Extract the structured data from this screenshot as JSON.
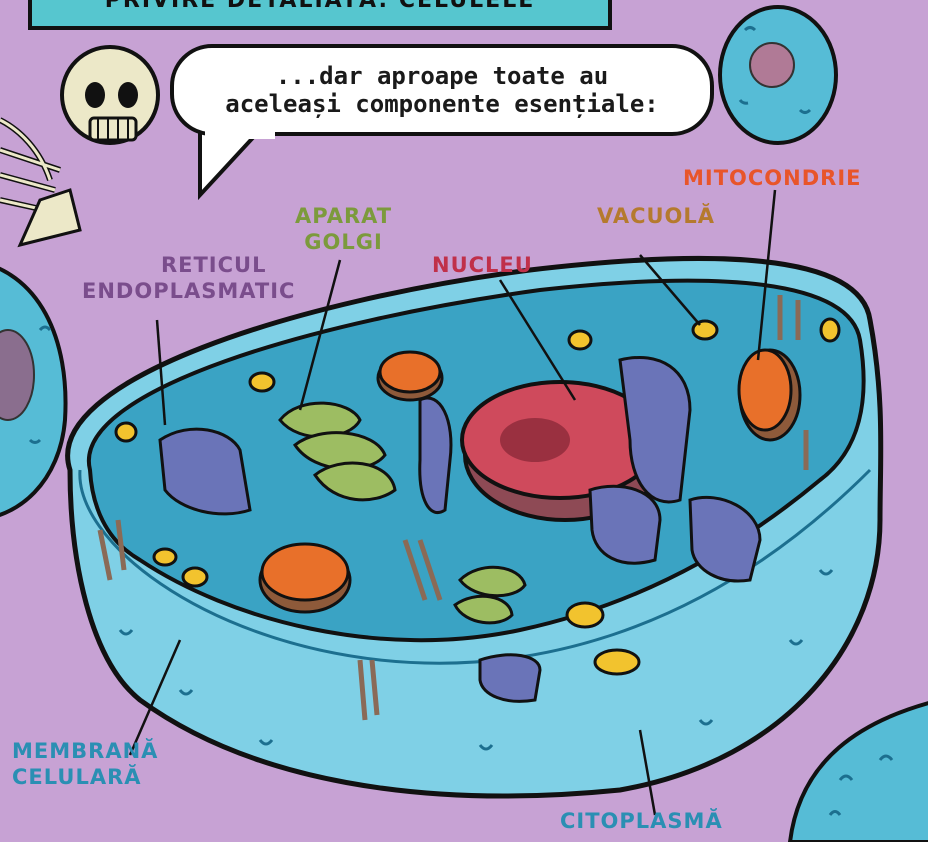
{
  "caption": "PRIVIRE DETALIATĂ: CELULELE",
  "speech_bubble": {
    "line1": "...dar aproape toate au",
    "line2": "aceleași componente esențiale:"
  },
  "labels": {
    "reticul_endoplasmatic": {
      "line1": "RETICUL",
      "line2": "ENDOPLASMATIC",
      "color": "#7a4d8c"
    },
    "aparat_golgi": {
      "line1": "APARAT",
      "line2": "GOLGI",
      "color": "#7c9a3c"
    },
    "nucleu": {
      "text": "NUCLEU",
      "color": "#c0304a"
    },
    "vacuola": {
      "text": "VACUOLĂ",
      "color": "#b57a2e"
    },
    "mitocondrie": {
      "text": "MITOCONDRIE",
      "color": "#e8552a"
    },
    "membrana_celulara": {
      "line1": "MEMBRANĂ",
      "line2": "CELULARĂ",
      "color": "#2a8fb3"
    },
    "citoplasma": {
      "text": "CITOPLASMĂ",
      "color": "#2a8fb3"
    }
  },
  "colors": {
    "background": "#c7a2d4",
    "cytoplasm": "#3aa3c4",
    "membrane": "#7fd0e6",
    "nucleus": "#cf4a5c",
    "mitochondria": "#e8702a",
    "golgi": "#9dbd62",
    "er": "#6a74b8",
    "vacuole": "#f2c32e"
  }
}
